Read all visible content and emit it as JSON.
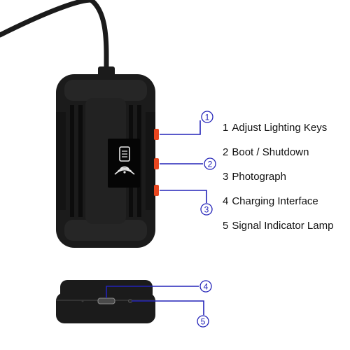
{
  "colors": {
    "callout": "#2323b8",
    "button": "#e8461f",
    "body_dark": "#1b1b1b",
    "body_edge": "#2c2c2c",
    "text": "#111111"
  },
  "callouts": [
    {
      "marker": "①",
      "number": "1",
      "label": "Adjust Lighting Keys"
    },
    {
      "marker": "②",
      "number": "2",
      "label": "Boot / Shutdown"
    },
    {
      "marker": "③",
      "number": "3",
      "label": "Photograph"
    },
    {
      "marker": "④",
      "number": "4",
      "label": "Charging Interface"
    },
    {
      "marker": "⑤",
      "number": "5",
      "label": "Signal Indicator Lamp"
    }
  ],
  "icons": {
    "screen": "wifi-signal-icon"
  }
}
